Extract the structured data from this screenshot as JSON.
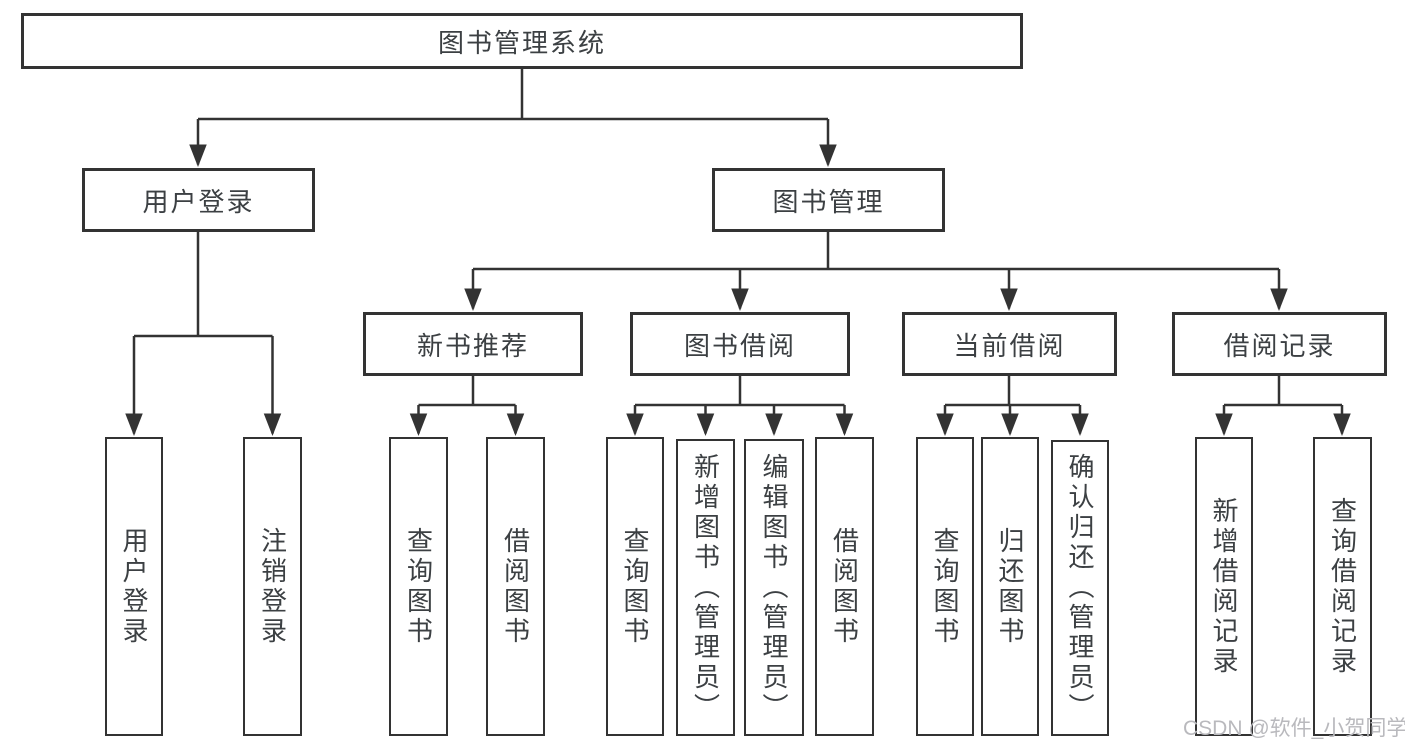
{
  "tree": {
    "root": {
      "label": "图书管理系统",
      "children": [
        {
          "label": "用户登录",
          "children": [
            {
              "label": "用户登录"
            },
            {
              "label": "注销登录"
            }
          ]
        },
        {
          "label": "图书管理",
          "children": [
            {
              "label": "新书推荐",
              "children": [
                {
                  "label": "查询图书"
                },
                {
                  "label": "借阅图书"
                }
              ]
            },
            {
              "label": "图书借阅",
              "children": [
                {
                  "label": "查询图书"
                },
                {
                  "label": "新增图书（管理员）"
                },
                {
                  "label": "编辑图书（管理员）"
                },
                {
                  "label": "借阅图书"
                }
              ]
            },
            {
              "label": "当前借阅",
              "children": [
                {
                  "label": "查询图书"
                },
                {
                  "label": "归还图书"
                },
                {
                  "label": "确认归还（管理员）"
                }
              ]
            },
            {
              "label": "借阅记录",
              "children": [
                {
                  "label": "新增借阅记录"
                },
                {
                  "label": "查询借阅记录"
                }
              ]
            }
          ]
        }
      ]
    }
  },
  "watermark": {
    "text": "CSDN @软件_小贺同学"
  },
  "colors": {
    "line": "#333333",
    "box_border": "#333333",
    "text": "#3c4043",
    "watermark": "#b9b9bd",
    "background": "#ffffff"
  }
}
